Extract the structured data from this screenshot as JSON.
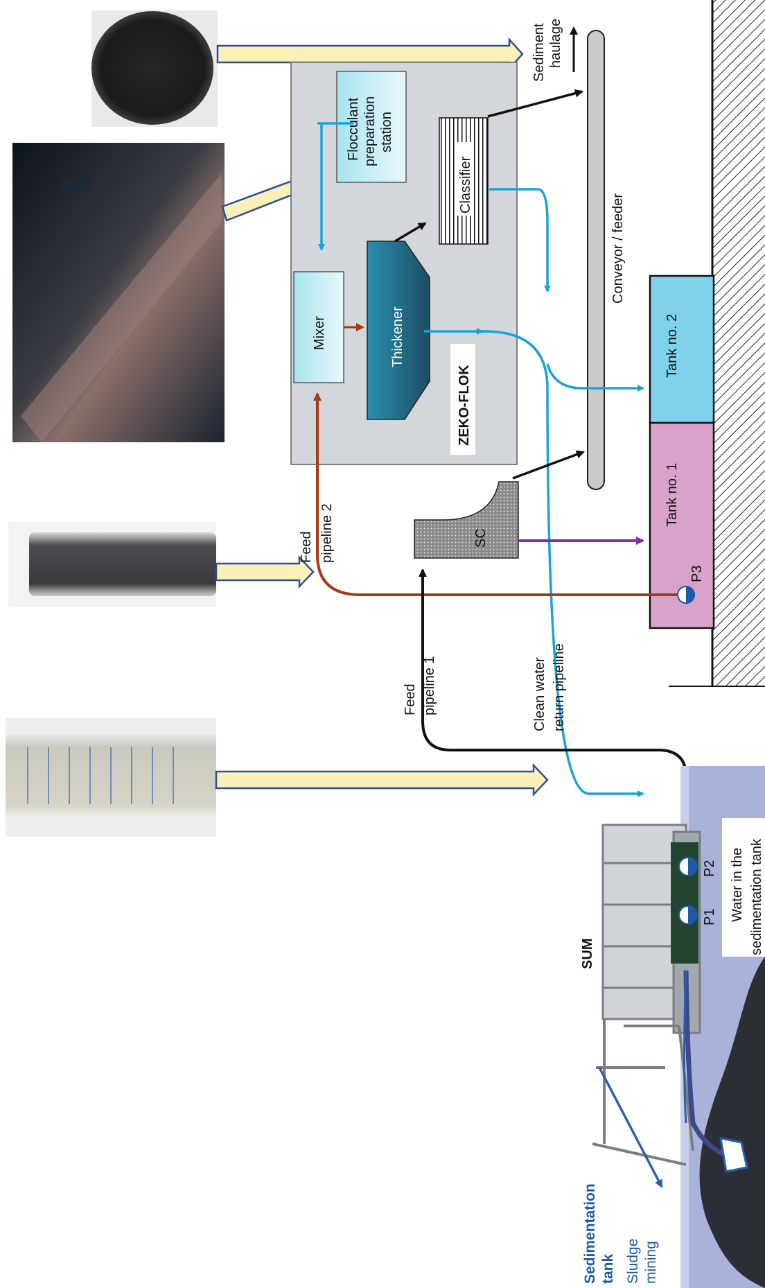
{
  "labels": {
    "sediment_haulage_1": "Sediment",
    "sediment_haulage_2": "haulage",
    "flocculant_1": "Flocculant",
    "flocculant_2": "preparation",
    "flocculant_3": "station",
    "classifier": "Classifier",
    "mixer": "Mixer",
    "thickener": "Thickener",
    "zeko_flok": "ZEKO-FLOK",
    "conveyor": "Conveyor / feeder",
    "tank2": "Tank no. 2",
    "tank1": "Tank no. 1",
    "sc": "SC",
    "p3": "P3",
    "feed2_1": "Feed",
    "feed2_2": "pipeline 2",
    "feed1_1": "Feed",
    "feed1_2": "pipeline 1",
    "clean_1": "Clean water",
    "clean_2": "return pipeline",
    "sum": "SUM",
    "p1": "P1",
    "p2": "P2",
    "water_1": "Water in the",
    "water_2": "sedimentation tank",
    "sed_tank_1": "Sedimentation",
    "sed_tank_2": "tank",
    "sludge_1": "Sludge",
    "sludge_2": "mining"
  },
  "colors": {
    "clean_water": "#1aa3d9",
    "feed_pipeline_2": "#a33a1a",
    "feed_pipeline_1": "#111111",
    "sc_to_tank": "#7b2fa8",
    "zeko_panel": "#d3d6da",
    "tank2": "#7fd2ea",
    "tank1": "#d9a3c9",
    "water": "#a9b3da",
    "label_blue": "#1c5aa8"
  }
}
